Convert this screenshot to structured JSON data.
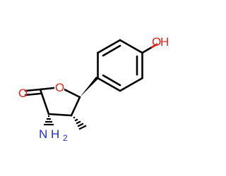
{
  "molecule": {
    "atoms": {
      "hydroxyl_o": {
        "text": "O",
        "color": "#e3241b"
      },
      "hydroxyl_h": {
        "text": "H",
        "color": "#e3241b"
      },
      "ring_o": {
        "text": "O",
        "color": "#e3241b"
      },
      "carbonyl_o": {
        "text": "O",
        "color": "#e3241b"
      },
      "amine_n": {
        "text": "N",
        "color": "#1f2bd6"
      },
      "amine_h": {
        "text": "H",
        "color": "#1f2bd6"
      },
      "amine_h_count": "2"
    }
  }
}
